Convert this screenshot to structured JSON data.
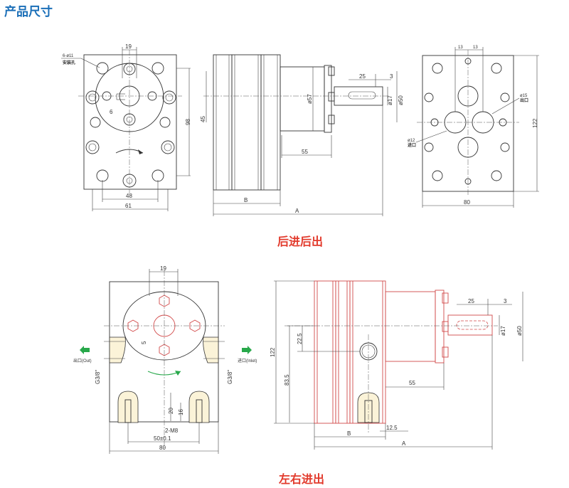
{
  "header": {
    "title": "产品尺寸"
  },
  "captions": {
    "top": "后进后出",
    "bottom": "左右进出"
  },
  "labels": {
    "mount_holes": "6-ø11",
    "mount_holes_cn": "安装孔",
    "outlet_hole": "ø15",
    "outlet_cn": "出口",
    "inlet_hole": "ø12",
    "inlet_cn": "进口",
    "outlet_side": "出口(Out)",
    "inlet_side": "进口(Inlet)",
    "thread_left": "G3/8\"",
    "thread_right": "G3/8\"",
    "tapped": "2-M8"
  },
  "dims": {
    "d19": "19",
    "d6": "6",
    "d98": "98",
    "d45": "45",
    "d48": "48",
    "d61": "61",
    "d57": "ø57",
    "d17": "ø17",
    "d50": "ø50",
    "d25": "25",
    "d3": "3",
    "d55": "55",
    "B": "B",
    "A": "A",
    "d13a": "13",
    "d13b": "13",
    "d122": "122",
    "d80": "80",
    "d5": "5",
    "d20": "20",
    "d16": "16",
    "d50pm": "50±0.1",
    "d22_5": "22.5",
    "d83_5": "83.5",
    "d12_5": "12.5"
  }
}
